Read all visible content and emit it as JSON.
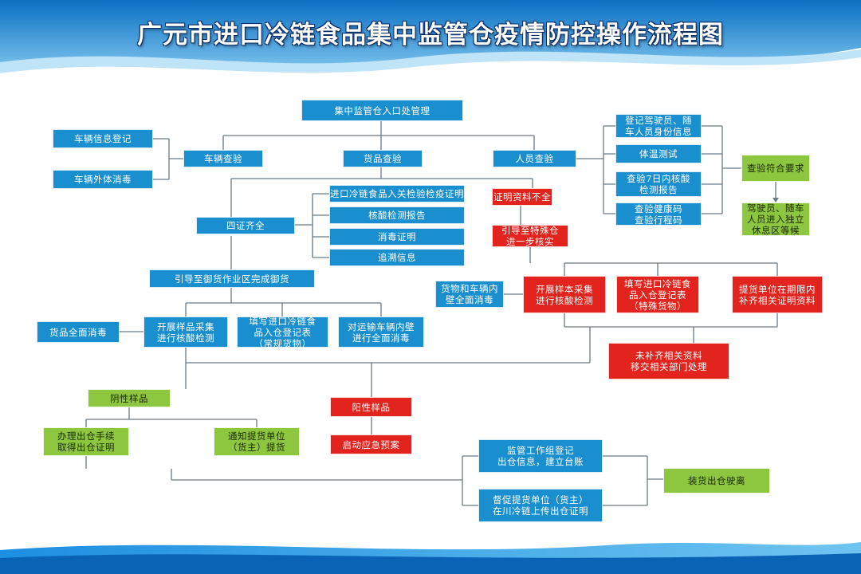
{
  "title": "广元市进口冷链食品集中监管仓疫情防控操作流程图",
  "colors": {
    "blue": "#1a8fcf",
    "red": "#e3231d",
    "green": "#8dc63f",
    "line": "#6b7a86"
  },
  "nodes": {
    "entry": "集中监管仓入口处管理",
    "vehicle_check": "车辆查验",
    "vehicle_register": "车辆信息登记",
    "vehicle_disinfect": "车辆外体消毒",
    "goods_check": "货品查验",
    "personnel_check": "人员查验",
    "driver_id": "登记驾驶员、随\n车人员身份信息",
    "temperature": "体温测试",
    "nucleic_7day": "查验7日内核酸\n检测报告",
    "health_code": "查验健康码\n查验行程码",
    "check_ok": "查验符合要求",
    "isolation_rest": "驾驶员、随车\n人员进入独立\n休息区等候",
    "four_certs": "四证齐全",
    "cert_customs": "进口冷链食品入关检验检疫证明",
    "cert_nucleic": "核酸检测报告",
    "cert_disinfect": "消毒证明",
    "cert_trace": "追溯信息",
    "docs_incomplete": "证明资料不全",
    "guide_special": "引导至特殊仓\n进一步核实",
    "guide_unload": "引导至御货作业区完成御货",
    "goods_disinfect_all": "货品全面消毒",
    "sample_test": "开展样品采集\n进行核酸检测",
    "fill_form_normal": "填写进口冷链食\n品入仓登记表\n（常规货物）",
    "truck_disinfect": "对运输车辆内壁\n进行全面消毒",
    "special_disinfect": "货物和车辆内\n壁全面消毒",
    "special_sample": "开展样本采集\n进行核酸检测",
    "fill_form_special": "填写进口冷链食\n品入仓登记表\n（特殊货物）",
    "supplement_docs": "提货单位在期限内\n补齐相关证明资料",
    "not_supplemented": "未补齐相关资料\n移交相关部门处理",
    "negative": "阴性样品",
    "positive": "阳性样品",
    "emergency_plan": "启动应急预案",
    "outbound_cert": "办理出仓手续\n取得出仓证明",
    "notify_owner": "通知提货单位\n（货主）提货",
    "supervision_register": "监管工作组登记\n出仓信息，建立台账",
    "urge_upload": "督促提货单位（货主）\n在川冷链上传出仓证明",
    "load_depart": "装货出仓驶离"
  }
}
